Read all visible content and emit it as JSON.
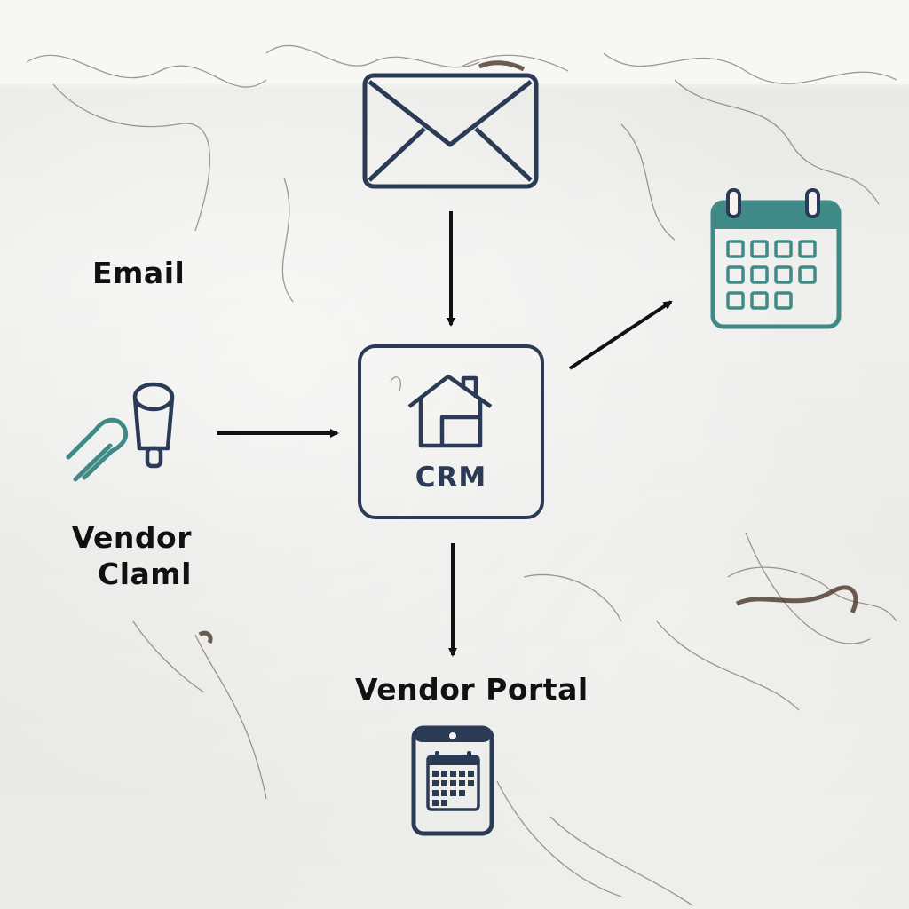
{
  "nodes": {
    "email": {
      "label": "Email",
      "icon": "envelope-icon"
    },
    "vendor_claim": {
      "line1": "Vendor",
      "line2": "Claml",
      "icon": "meteor-capsule-icon"
    },
    "crm": {
      "label": "CRM",
      "icon": "house-icon"
    },
    "calendar": {
      "icon": "calendar-icon"
    },
    "vendor_portal": {
      "label": "Vendor Portal",
      "icon": "phone-calendar-icon"
    }
  },
  "edges": [
    {
      "from": "email",
      "to": "crm"
    },
    {
      "from": "vendor_claim",
      "to": "crm"
    },
    {
      "from": "crm",
      "to": "calendar"
    },
    {
      "from": "crm",
      "to": "vendor_portal"
    }
  ],
  "colors": {
    "navy": "#2b3a55",
    "teal": "#3f8a86",
    "ink": "#111111",
    "paper": "#eeeeec"
  }
}
